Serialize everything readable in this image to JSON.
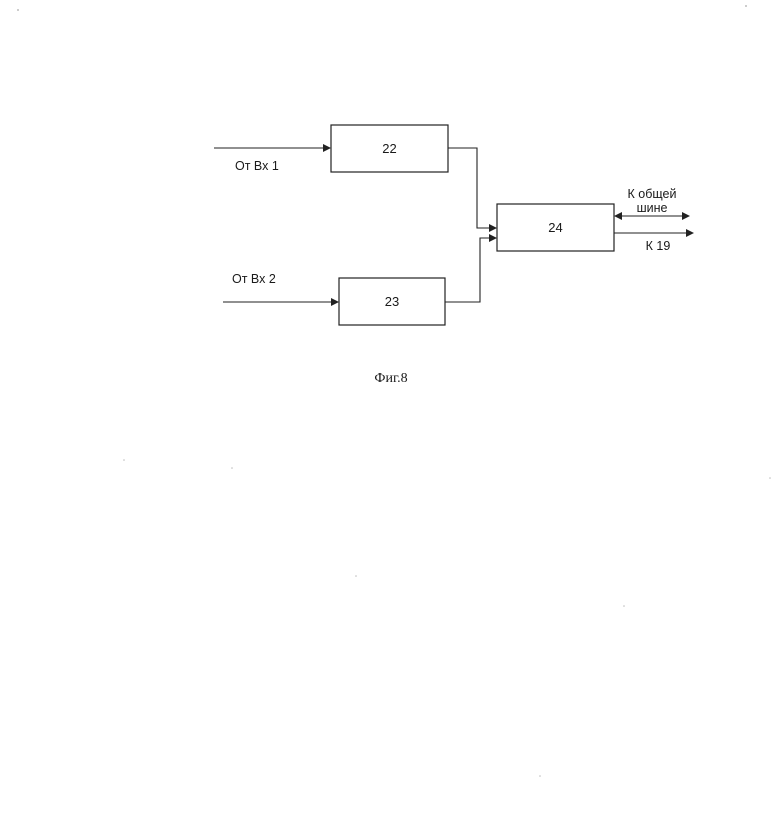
{
  "diagram": {
    "blocks": {
      "b22": "22",
      "b23": "23",
      "b24": "24"
    },
    "labels": {
      "input1": "От Вх 1",
      "input2": "От Вх 2",
      "bus_line1": "К общей",
      "bus_line2": "шине",
      "output": "К 19"
    },
    "caption": "Фиг.8"
  }
}
